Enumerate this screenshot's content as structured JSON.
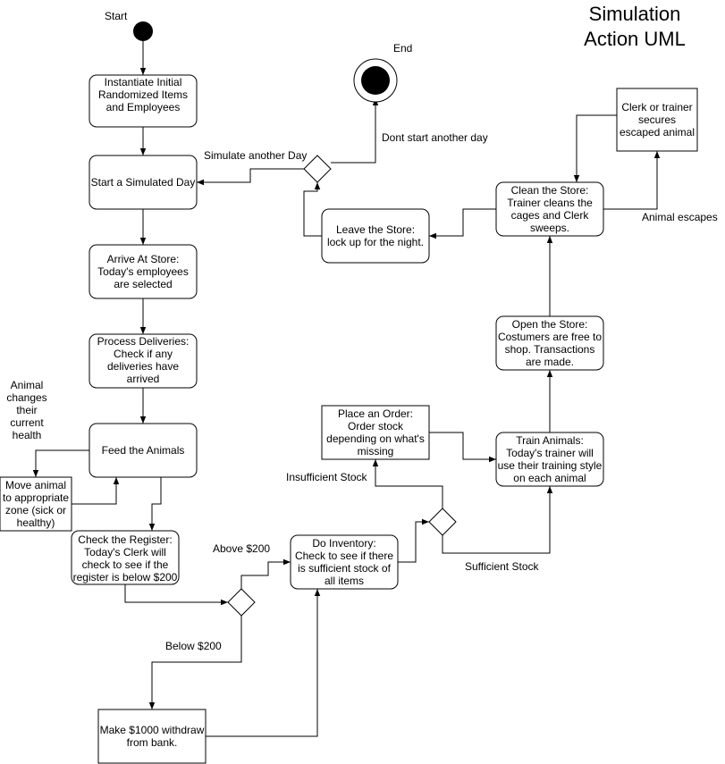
{
  "title": [
    "Simulation",
    "Action UML"
  ],
  "start_label": "Start",
  "end_label": "End",
  "nodes": {
    "instantiate": [
      "Instantiate Initial",
      "Randomized Items",
      "and Employees"
    ],
    "start_day": [
      "Start a Simulated Day"
    ],
    "arrive": [
      "Arrive At Store:",
      "Today's employees",
      "are selected"
    ],
    "deliveries": [
      "Process Deliveries:",
      "Check if any",
      "deliveries have",
      "arrived"
    ],
    "feed": [
      "Feed the Animals"
    ],
    "move_animal": [
      "Move animal",
      "to appropriate",
      "zone (sick or",
      "healthy)"
    ],
    "register": [
      "Check the Register:",
      "Today's Clerk will",
      "check to see if the",
      "register is below $200"
    ],
    "withdraw": [
      "Make $1000 withdraw",
      "from bank."
    ],
    "inventory": [
      "Do Inventory:",
      "Check to see if there",
      "is sufficient stock of",
      "all items"
    ],
    "order": [
      "Place an Order:",
      "Order stock",
      "depending on what's",
      "missing"
    ],
    "train": [
      "Train Animals:",
      "Today's trainer will",
      "use their training style",
      "on each animal"
    ],
    "open": [
      "Open the Store:",
      "Costumers are free to",
      "shop. Transactions",
      "are made."
    ],
    "clean": [
      "Clean the Store:",
      "Trainer cleans the",
      "cages and Clerk",
      "sweeps."
    ],
    "escaped": [
      "Clerk or trainer",
      "secures",
      "escaped animal"
    ],
    "leave": [
      "Leave the Store:",
      "lock up for the night."
    ]
  },
  "edge_labels": {
    "simulate_another": "Simulate another Day",
    "dont_start": "Dont start another day",
    "animal_changes": [
      "Animal",
      "changes",
      "their",
      "current",
      "health"
    ],
    "above": "Above $200",
    "below": "Below $200",
    "insufficient": "Insufficient Stock",
    "sufficient": "Sufficient Stock",
    "escapes": "Animal escapes"
  }
}
